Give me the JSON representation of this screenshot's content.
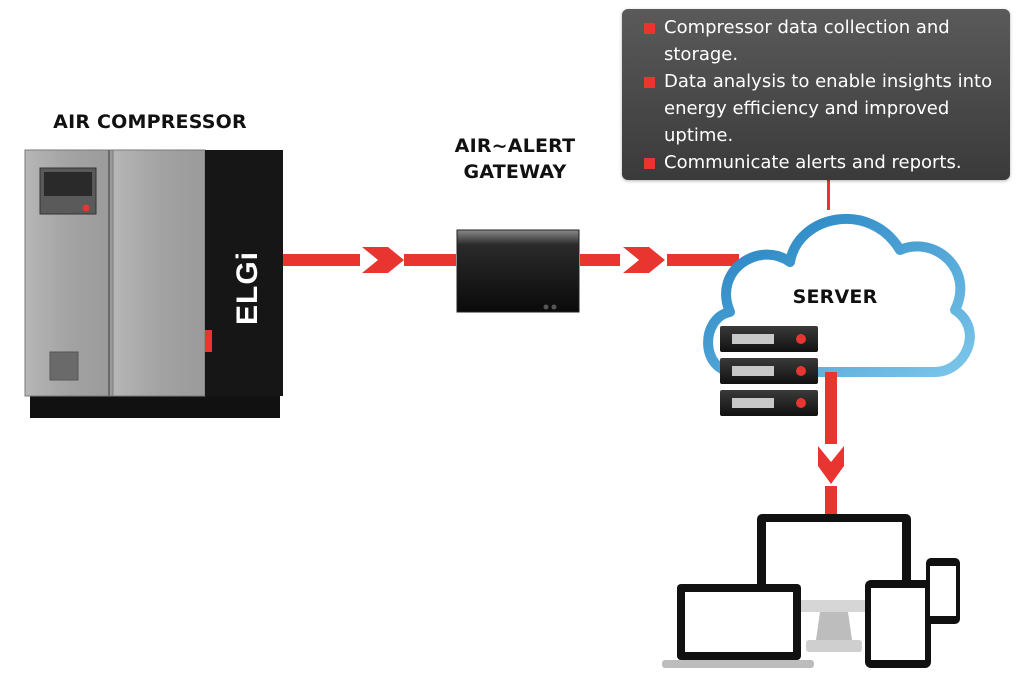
{
  "labels": {
    "compressor": "AIR COMPRESSOR",
    "gateway_line1": "AIR~ALERT",
    "gateway_line2": "GATEWAY",
    "server": "SERVER"
  },
  "brand": "ELGi",
  "info_box": {
    "items": [
      "Compressor data collection and storage.",
      "Data analysis to enable insights into energy efficiency and improved uptime.",
      "Communicate alerts and reports."
    ]
  },
  "colors": {
    "accent_red": "#e8352f",
    "cloud_blue": "#2a8ec6",
    "info_box_bg": "#4a4a4a"
  },
  "icons": [
    "air-compressor-icon",
    "gateway-device-icon",
    "cloud-icon",
    "server-rack-icon",
    "desktop-monitor-icon",
    "laptop-icon",
    "tablet-icon",
    "phone-icon"
  ]
}
